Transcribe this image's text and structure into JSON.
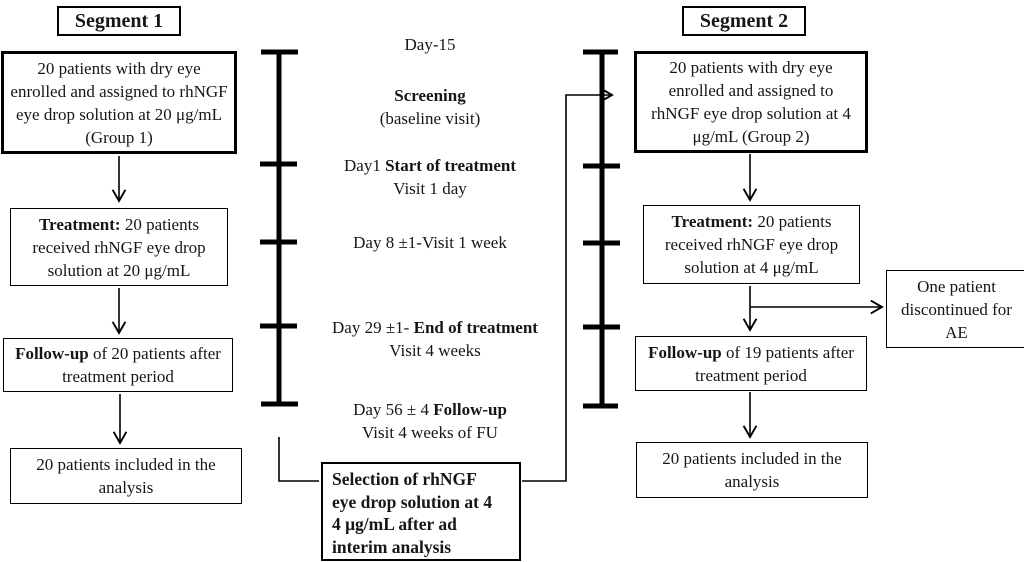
{
  "colors": {
    "line": "#000000",
    "text": "#161616",
    "background": "#ffffff"
  },
  "segment1": {
    "title": "Segment 1",
    "enrollment": "20 patients with dry eye enrolled and assigned to rhNGF eye drop solution at 20 μg/mL (Group 1)",
    "treatment_label": "Treatment:",
    "treatment_text": " 20 patients received rhNGF eye drop solution at 20 μg/mL",
    "followup_label": "Follow-up",
    "followup_text": " of 20 patients after treatment period",
    "analysis": "20 patients included in the analysis"
  },
  "segment2": {
    "title": "Segment 2",
    "enrollment": "20 patients with dry eye enrolled and assigned to rhNGF eye drop solution at 4 μg/mL (Group 2)",
    "treatment_label": "Treatment:",
    "treatment_text": " 20 patients received rhNGF eye drop solution at 4 μg/mL",
    "followup_label": "Follow-up",
    "followup_text": " of 19 patients after treatment period",
    "analysis": "20 patients included in the analysis",
    "discontinued": "One patient discontinued for AE"
  },
  "timeline": {
    "day15": "Day-15",
    "screening_label": "Screening",
    "screening_sub": "(baseline visit)",
    "day1_prefix": "Day1 ",
    "day1_label": "Start of treatment",
    "day1_sub": "Visit 1 day",
    "day8": "Day 8 ±1-Visit 1 week",
    "day29_prefix": "Day 29 ±1- ",
    "day29_label": "End of treatment",
    "day29_sub": "Visit 4 weeks",
    "day56_prefix": "Day 56 ± 4 ",
    "day56_label": "Follow-up",
    "day56_sub": "Visit 4 weeks of FU"
  },
  "selection": {
    "line1": "Selection of rhNGF",
    "line2": "eye drop solution at 4",
    "line3": "4 μg/mL after ad",
    "line4": "interim analysis"
  }
}
